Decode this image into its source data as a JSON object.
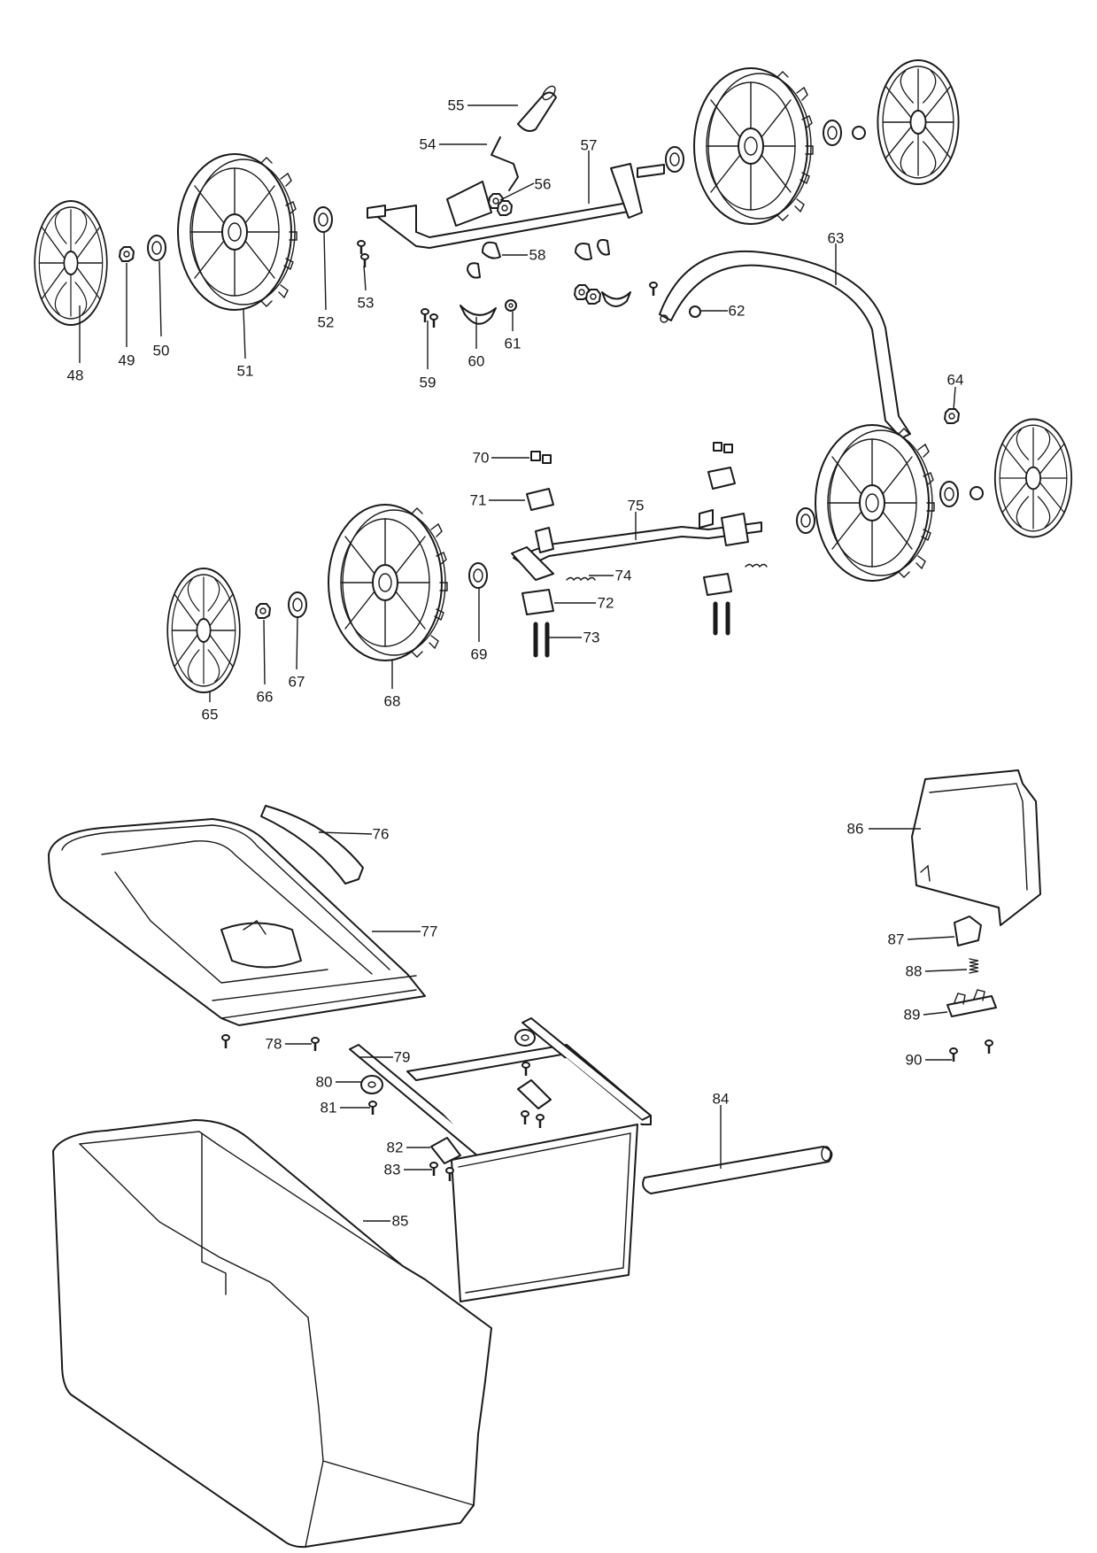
{
  "diagram": {
    "callouts": [
      {
        "id": "48",
        "label": "48"
      },
      {
        "id": "49",
        "label": "49"
      },
      {
        "id": "50",
        "label": "50"
      },
      {
        "id": "51",
        "label": "51"
      },
      {
        "id": "52",
        "label": "52"
      },
      {
        "id": "53",
        "label": "53"
      },
      {
        "id": "54",
        "label": "54"
      },
      {
        "id": "55",
        "label": "55"
      },
      {
        "id": "56",
        "label": "56"
      },
      {
        "id": "57",
        "label": "57"
      },
      {
        "id": "58",
        "label": "58"
      },
      {
        "id": "59",
        "label": "59"
      },
      {
        "id": "60",
        "label": "60"
      },
      {
        "id": "61",
        "label": "61"
      },
      {
        "id": "62",
        "label": "62"
      },
      {
        "id": "63",
        "label": "63"
      },
      {
        "id": "64",
        "label": "64"
      },
      {
        "id": "65",
        "label": "65"
      },
      {
        "id": "66",
        "label": "66"
      },
      {
        "id": "67",
        "label": "67"
      },
      {
        "id": "68",
        "label": "68"
      },
      {
        "id": "69",
        "label": "69"
      },
      {
        "id": "70",
        "label": "70"
      },
      {
        "id": "71",
        "label": "71"
      },
      {
        "id": "72",
        "label": "72"
      },
      {
        "id": "73",
        "label": "73"
      },
      {
        "id": "74",
        "label": "74"
      },
      {
        "id": "75",
        "label": "75"
      },
      {
        "id": "76",
        "label": "76"
      },
      {
        "id": "77",
        "label": "77"
      },
      {
        "id": "78",
        "label": "78"
      },
      {
        "id": "79",
        "label": "79"
      },
      {
        "id": "80",
        "label": "80"
      },
      {
        "id": "81",
        "label": "81"
      },
      {
        "id": "82",
        "label": "82"
      },
      {
        "id": "83",
        "label": "83"
      },
      {
        "id": "84",
        "label": "84"
      },
      {
        "id": "85",
        "label": "85"
      },
      {
        "id": "86",
        "label": "86"
      },
      {
        "id": "87",
        "label": "87"
      },
      {
        "id": "88",
        "label": "88"
      },
      {
        "id": "89",
        "label": "89"
      },
      {
        "id": "90",
        "label": "90"
      }
    ]
  }
}
